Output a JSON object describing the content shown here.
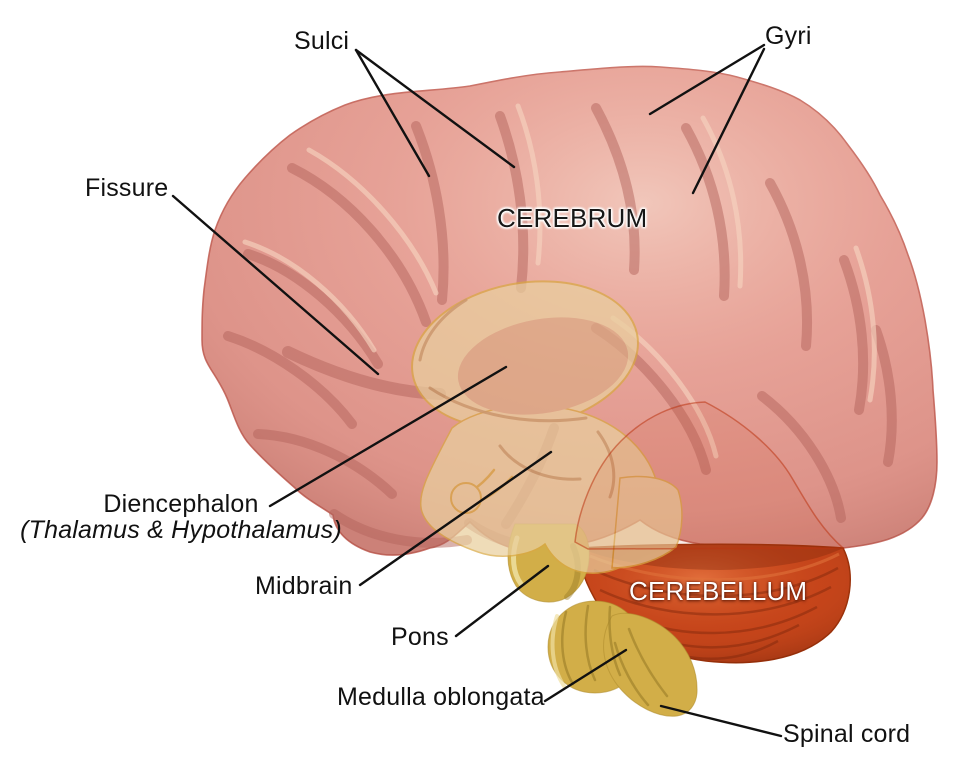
{
  "labels": {
    "sulci": "Sulci",
    "gyri": "Gyri",
    "fissure": "Fissure",
    "cerebrum": "CEREBRUM",
    "diencephalon": "Diencephalon",
    "diencephalon_sub": "(Thalamus & Hypothalamus)",
    "midbrain": "Midbrain",
    "pons": "Pons",
    "cerebellum": "CEREBELLUM",
    "medulla_oblongata": "Medulla oblongata",
    "spinal_cord": "Spinal cord"
  },
  "colors": {
    "background": "#ffffff",
    "label_text": "#111111",
    "leader_line": "#111111",
    "cerebrum": "#e39a91",
    "cerebrum_outline": "#c05a50",
    "sulcus_shade": "#b4645c",
    "gyrus_highlight": "#f6d3bf",
    "brainstem": "#d2ae48",
    "brainstem_dark": "#a1832c",
    "brainstem_highlight": "#efe0a2",
    "cerebellum": "#c4431a",
    "cerebellum_dark": "#7c250b",
    "cerebellum_highlight": "#e0713b",
    "diencephalon_fill": "#e9cf9e",
    "diencephalon_outline": "#d9a843",
    "thalamus_fill": "#dcab85",
    "cerebrum_label_halo": "#ffffff",
    "cerebellum_label_text": "#ffffff"
  }
}
